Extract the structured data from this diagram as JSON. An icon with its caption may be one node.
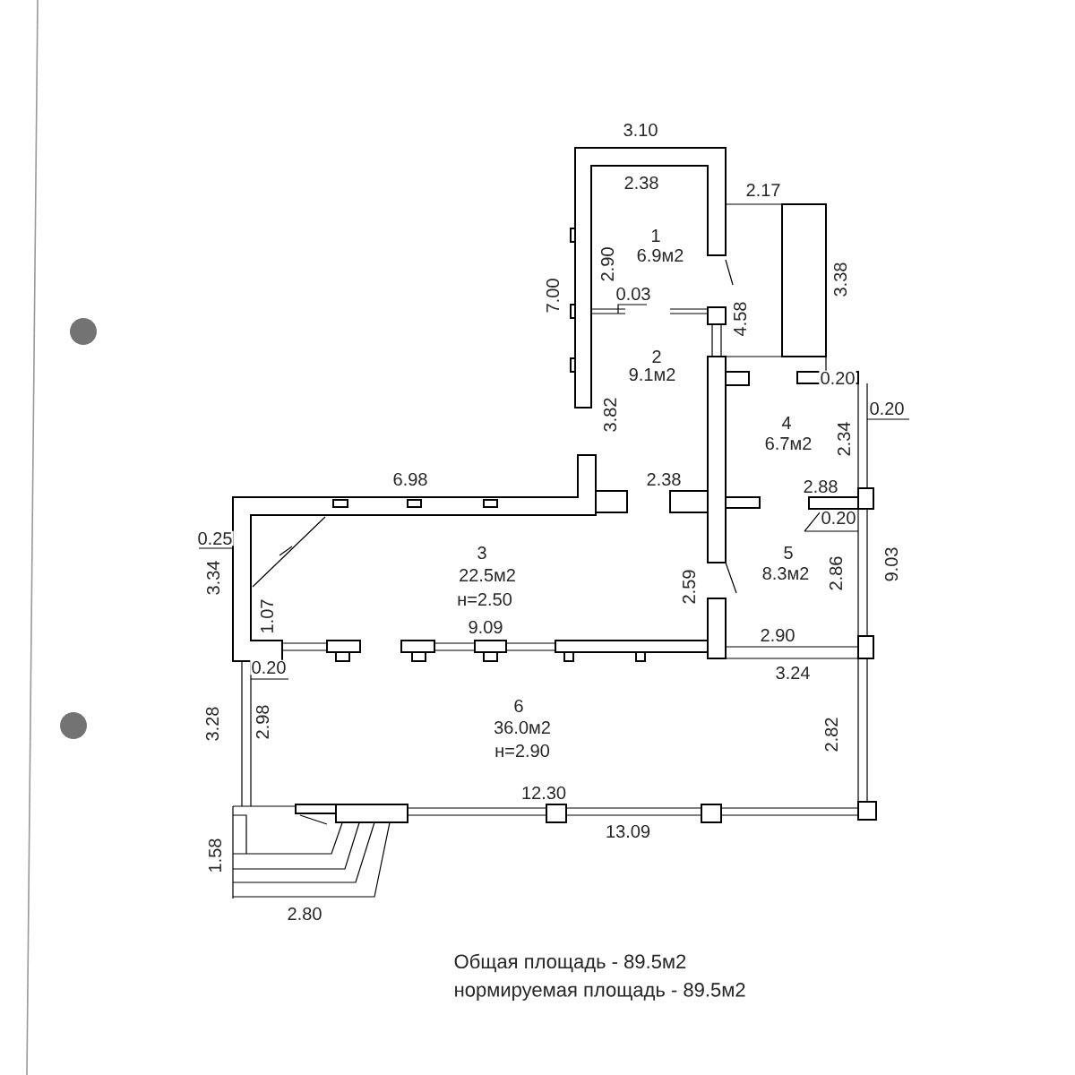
{
  "diagram": {
    "labels": [
      "3.10",
      "2.38",
      "2.17",
      "1",
      "6.9м2",
      "2.90",
      "3.38",
      "7.00",
      "0.03",
      "4.58",
      "2",
      "9.1м2",
      "0.20",
      "3.82",
      "0.20",
      "4",
      "6.7м2",
      "2.34",
      "6.98",
      "2.38",
      "2.88",
      "0.20",
      "0.25",
      "3.34",
      "3",
      "22.5м2",
      "н=2.50",
      "5",
      "8.3м2",
      "2.86",
      "9.03",
      "2.59",
      "1.07",
      "9.09",
      "2.90",
      "0.20",
      "3.24",
      "6",
      "36.0м2",
      "н=2.90",
      "3.28",
      "2.98",
      "2.82",
      "12.30",
      "13.09",
      "1.58",
      "2.80",
      "Общая площадь - 89.5м2",
      "нормируемая площадь - 89.5м2"
    ]
  }
}
